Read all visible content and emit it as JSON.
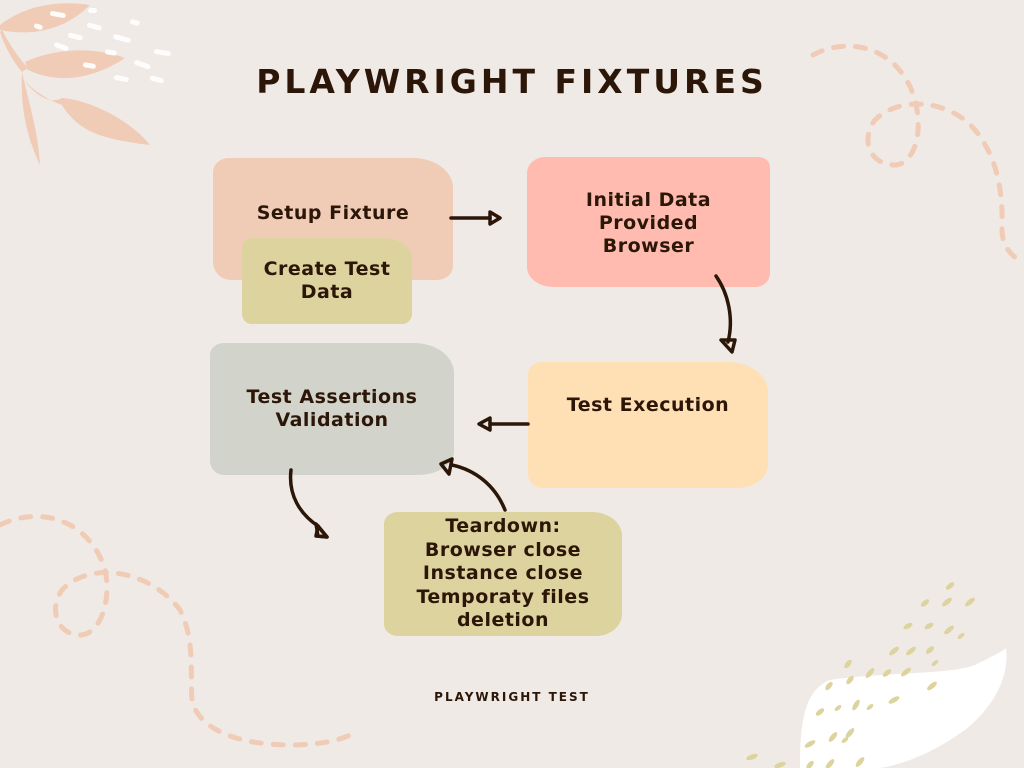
{
  "title": "PLAYWRIGHT FIXTURES",
  "footer": "PLAYWRIGHT TEST",
  "colors": {
    "background": "#efeae6",
    "text": "#2b1608",
    "setup_fixture": "#f0cbb6",
    "create_test_data": "#ddd39e",
    "initial_data": "#ffbbb0",
    "test_execution": "#ffdfb4",
    "test_assertions": "#d2d3ca",
    "teardown": "#ddd39e",
    "decoration_peach": "#f0cbb6",
    "decoration_olive": "#ddd39e"
  },
  "nodes": {
    "setup_fixture": "Setup Fixture",
    "create_test_data": "Create Test\nData",
    "initial_data": "Initial Data\nProvided\nBrowser",
    "test_execution": "Test Execution",
    "test_assertions": "Test Assertions\nValidation",
    "teardown": "Teardown:\nBrowser close\nInstance close\nTemporaty files\ndeletion"
  },
  "edges": [
    {
      "from": "setup_fixture",
      "to": "initial_data",
      "label": ""
    },
    {
      "from": "initial_data",
      "to": "test_execution",
      "label": ""
    },
    {
      "from": "test_execution",
      "to": "test_assertions",
      "label": ""
    },
    {
      "from": "test_assertions",
      "to": "teardown",
      "label": ""
    },
    {
      "from": "teardown",
      "to": "test_assertions",
      "label": ""
    }
  ],
  "decorations": {
    "top_left": "leaf-branch-icon",
    "top_right": "dashed-swirl-icon",
    "bottom_left": "dashed-swirl-icon",
    "bottom_right": "brush-stroke-with-dots-icon"
  }
}
